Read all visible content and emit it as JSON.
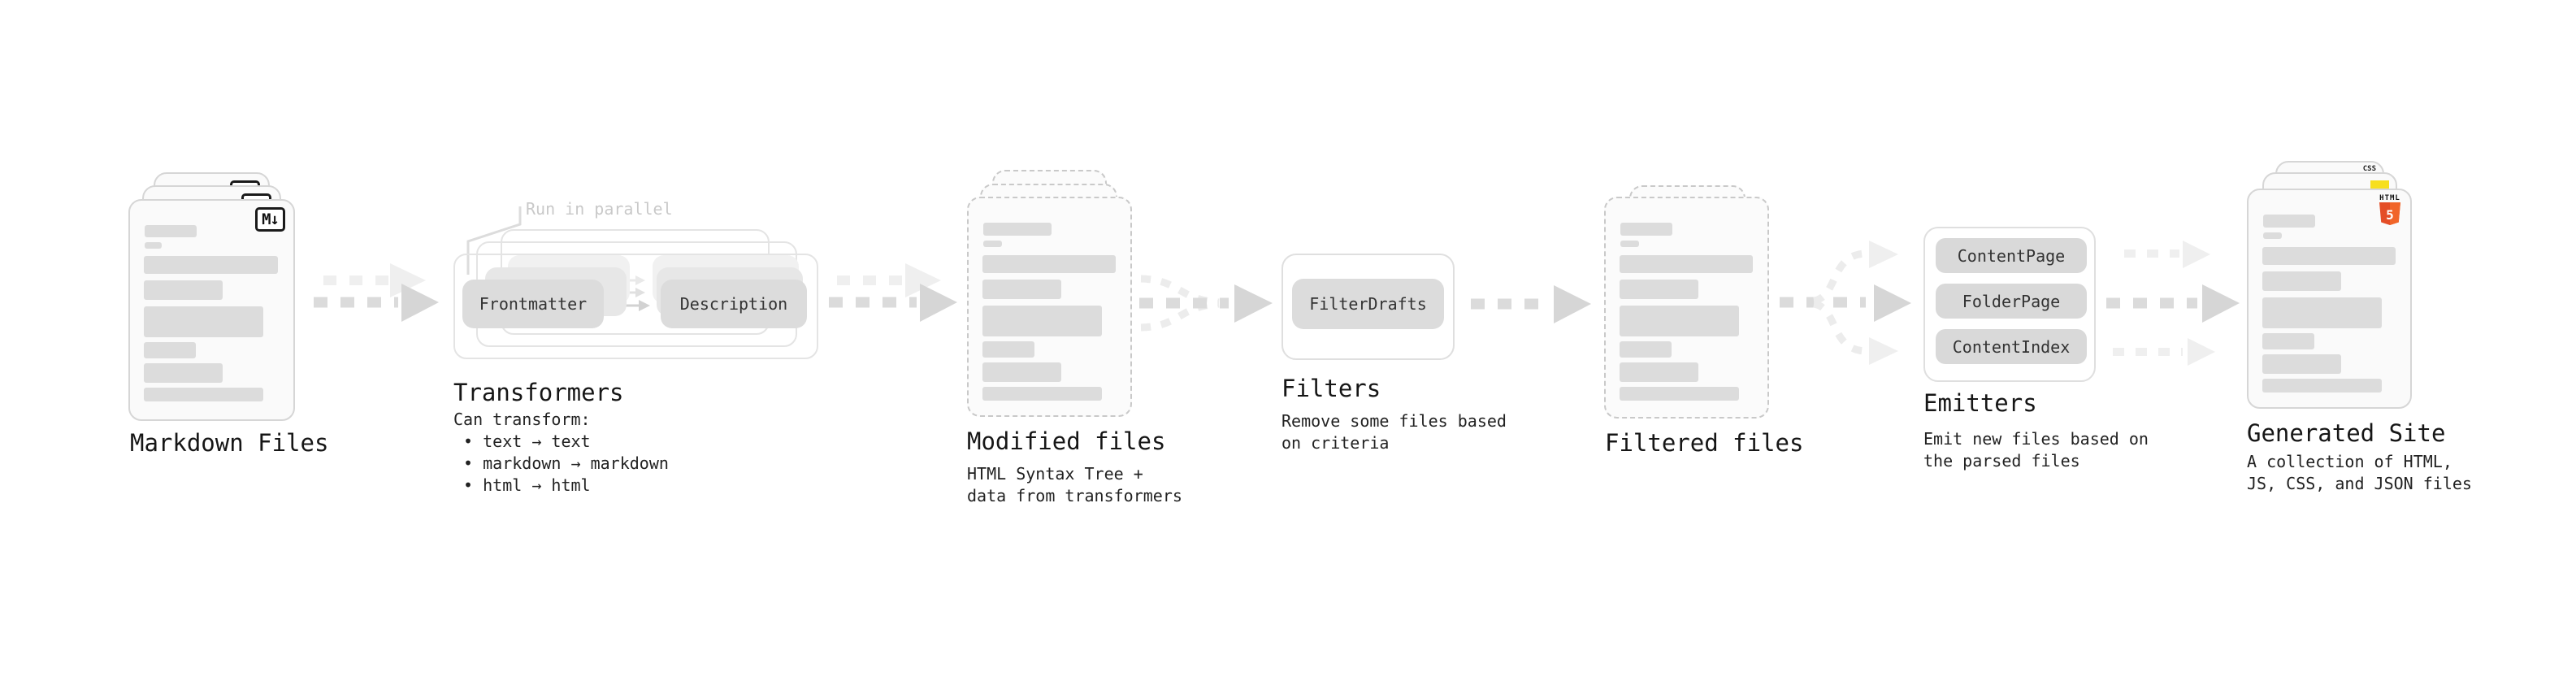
{
  "nodes": {
    "markdown_files": {
      "label": "Markdown Files",
      "badge": "M↓"
    },
    "transformers": {
      "label": "Transformers",
      "annotation": "Run in parallel",
      "pill_left": "Frontmatter",
      "pill_right": "Description",
      "note": "Can transform:\n • text → text\n • markdown → markdown\n • html → html"
    },
    "modified_files": {
      "label": "Modified files",
      "note": "HTML Syntax Tree +\ndata from transformers"
    },
    "filters": {
      "label": "Filters",
      "pill": "FilterDrafts",
      "note": "Remove some files based\non criteria"
    },
    "filtered_files": {
      "label": "Filtered files"
    },
    "emitters": {
      "label": "Emitters",
      "pills": [
        "ContentPage",
        "FolderPage",
        "ContentIndex"
      ],
      "note": "Emit new files based on\nthe parsed files"
    },
    "generated_site": {
      "label": "Generated Site",
      "note": "A collection of HTML,\nJS, CSS, and JSON files",
      "badge_css": "CSS",
      "badge_html_top": "HTML",
      "badge_html_number": "5"
    }
  },
  "colors": {
    "html5_orange": "#e44d26",
    "html5_orange_light": "#f16529",
    "js_yellow": "#f7df1e",
    "css_blue": "#2b63f1"
  }
}
